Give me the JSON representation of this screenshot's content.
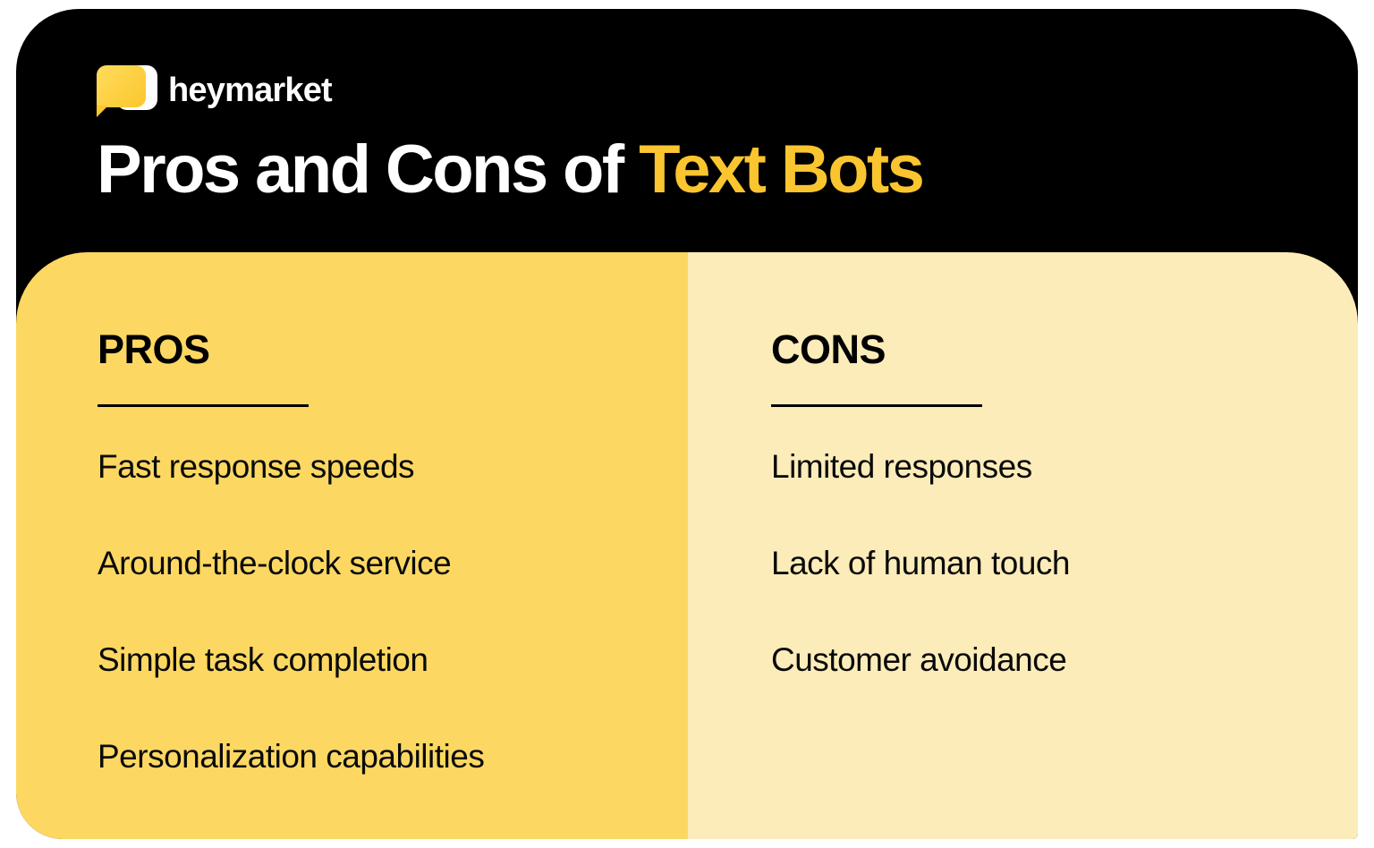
{
  "brand": {
    "name": "heymarket",
    "logo_icon": "speech-bubble-icon"
  },
  "headline": {
    "lead": "Pros and Cons of ",
    "accent": "Text Bots"
  },
  "colors": {
    "background": "#000000",
    "pros_panel": "#FCD863",
    "cons_panel": "#FCECB9",
    "accent_yellow": "#FBC530",
    "text_dark": "#0A0A0A",
    "text_light": "#FFFFFF"
  },
  "card": {
    "pros": {
      "heading": "PROS",
      "items": [
        "Fast response speeds",
        "Around-the-clock service",
        "Simple task completion",
        "Personalization capabilities"
      ]
    },
    "cons": {
      "heading": "CONS",
      "items": [
        "Limited responses",
        "Lack of human touch",
        "Customer avoidance"
      ]
    }
  }
}
